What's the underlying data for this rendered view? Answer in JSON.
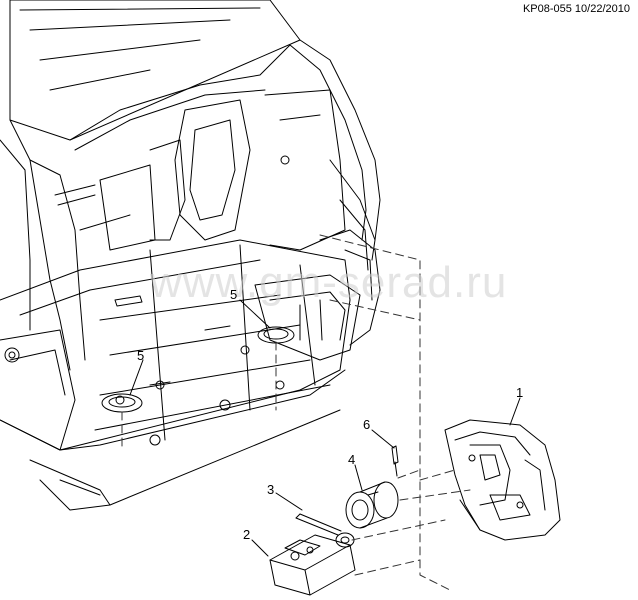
{
  "header": {
    "drawing_ref": "KP08-055 10/22/2010"
  },
  "watermark": {
    "text": "www.gm-serad.ru"
  },
  "callouts": [
    {
      "id": "c1",
      "label": "1"
    },
    {
      "id": "c2",
      "label": "2"
    },
    {
      "id": "c3",
      "label": "3"
    },
    {
      "id": "c4",
      "label": "4"
    },
    {
      "id": "c5a",
      "label": "5"
    },
    {
      "id": "c5b",
      "label": "5"
    },
    {
      "id": "c6",
      "label": "6"
    }
  ]
}
